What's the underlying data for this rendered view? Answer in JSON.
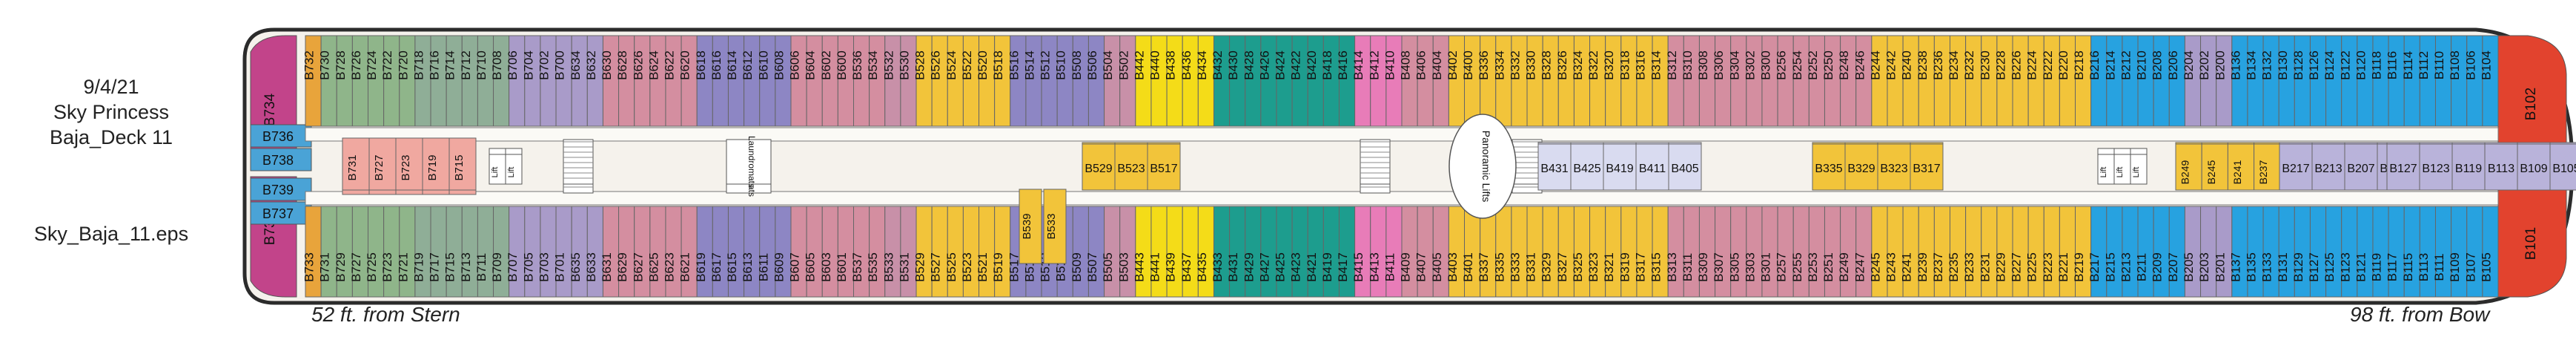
{
  "date": "9/4/21",
  "ship": "Sky Princess",
  "deck": "Baja_Deck 11",
  "file": "Sky_Baja_11.eps",
  "stern_label": "52 ft.  from Stern",
  "bow_label": "98 ft.  from Bow",
  "colors": {
    "hull": "#2b2b2b",
    "deck_bg": "#f5f2ec",
    "stern_magenta": "#c2448a",
    "bow_red": "#e2432e"
  },
  "facilities": {
    "laundromats": [
      "Laundromats",
      "Laundromats"
    ],
    "panoramic": "Panoramic Lifts",
    "lift": "Lift"
  },
  "sections": [
    {
      "color": "#e8a43b",
      "top": [
        "B732"
      ],
      "bottom": [
        "B733"
      ]
    },
    {
      "color": "#8fb58a",
      "top": [
        "B730",
        "B728",
        "B726",
        "B724",
        "B722",
        "B720"
      ],
      "bottom": [
        "B731",
        "B729",
        "B727",
        "B725",
        "B723",
        "B721"
      ]
    },
    {
      "color": "#8fae97",
      "top": [
        "B718",
        "B716",
        "B714",
        "B712",
        "B710",
        "B708"
      ],
      "bottom": [
        "B719",
        "B717",
        "B715",
        "B713",
        "B711",
        "B709"
      ]
    },
    {
      "color": "#a99bc9",
      "top": [
        "B706",
        "B704",
        "B702",
        "B700",
        "B634",
        "B632"
      ],
      "bottom": [
        "B707",
        "B705",
        "B703",
        "B701",
        "B635",
        "B633"
      ]
    },
    {
      "color": "#d48ea0",
      "top": [
        "B630",
        "B628",
        "B626",
        "B624",
        "B622",
        "B620"
      ],
      "bottom": [
        "B631",
        "B629",
        "B627",
        "B625",
        "B623",
        "B621"
      ]
    },
    {
      "color": "#8d86c4",
      "top": [
        "B618",
        "B616",
        "B614",
        "B612",
        "B610",
        "B608"
      ],
      "bottom": [
        "B619",
        "B617",
        "B615",
        "B613",
        "B611",
        "B609"
      ]
    },
    {
      "color": "#d48ea0",
      "top": [
        "B606",
        "B604",
        "B602",
        "B600",
        "B536",
        "B534"
      ],
      "bottom": [
        "B607",
        "B605",
        "B603",
        "B601",
        "B537",
        "B535"
      ]
    },
    {
      "color": "#c890a8",
      "top": [
        "B532",
        "B530"
      ],
      "bottom": [
        "B533",
        "B531"
      ]
    },
    {
      "color": "#f2c43a",
      "top": [
        "B528",
        "B526",
        "B524",
        "B522",
        "B520",
        "B518"
      ],
      "bottom": [
        "B529",
        "B527",
        "B525",
        "B523",
        "B521",
        "B519"
      ]
    },
    {
      "color": "#8d86c4",
      "top": [
        "B516",
        "B514",
        "B512",
        "B510",
        "B508",
        "B506"
      ],
      "bottom": [
        "B517",
        "B515",
        "B513",
        "B511",
        "B509",
        "B507"
      ]
    },
    {
      "color": "#c890a8",
      "top": [
        "B504",
        "B502"
      ],
      "bottom": [
        "B505",
        "B503"
      ]
    },
    {
      "color": "#f4dc18",
      "top": [
        "B442",
        "B440",
        "B438",
        "B436",
        "B434"
      ],
      "bottom": [
        "B443",
        "B441",
        "B439",
        "B437",
        "B435"
      ]
    },
    {
      "color": "#1d9d8e",
      "top": [
        "B432",
        "B430",
        "B428",
        "B426",
        "B424",
        "B422",
        "B420",
        "B418",
        "B416"
      ],
      "bottom": [
        "B433",
        "B431",
        "B429",
        "B427",
        "B425",
        "B423",
        "B421",
        "B419",
        "B417"
      ]
    },
    {
      "color": "#e87cb8",
      "top": [
        "B414",
        "B412",
        "B410"
      ],
      "bottom": [
        "B415",
        "B413",
        "B411"
      ]
    },
    {
      "color": "#d48ea0",
      "top": [
        "B408",
        "B406",
        "B404"
      ],
      "bottom": [
        "B409",
        "B407",
        "B405"
      ]
    },
    {
      "color": "#f2c43a",
      "top": [
        "B402",
        "B400",
        "B336",
        "B334",
        "B332",
        "B330",
        "B328",
        "B326",
        "B324",
        "B322",
        "B320",
        "B318",
        "B316",
        "B314"
      ],
      "bottom": [
        "B403",
        "B401",
        "B337",
        "B335",
        "B333",
        "B331",
        "B329",
        "B327",
        "B325",
        "B323",
        "B321",
        "B319",
        "B317",
        "B315"
      ]
    },
    {
      "color": "#d48ea0",
      "top": [
        "B312",
        "B310",
        "B308",
        "B306",
        "B304",
        "B302",
        "B300"
      ],
      "bottom": [
        "B313",
        "B311",
        "B309",
        "B307",
        "B305",
        "B303",
        "B301"
      ]
    },
    {
      "color": "#d48ea0",
      "top": [
        "B256",
        "B254",
        "B252",
        "B250",
        "B248",
        "B246"
      ],
      "bottom": [
        "B257",
        "B255",
        "B253",
        "B251",
        "B249",
        "B247"
      ]
    },
    {
      "color": "#f2c43a",
      "top": [
        "B244",
        "B242",
        "B240",
        "B238",
        "B236",
        "B234",
        "B232",
        "B230",
        "B228",
        "B226",
        "B224",
        "B222",
        "B220",
        "B218"
      ],
      "bottom": [
        "B245",
        "B243",
        "B241",
        "B239",
        "B237",
        "B235",
        "B233",
        "B231",
        "B229",
        "B227",
        "B225",
        "B223",
        "B221",
        "B219"
      ]
    },
    {
      "color": "#27a2e0",
      "top": [
        "B216",
        "B214",
        "B212",
        "B210",
        "B208",
        "B206"
      ],
      "bottom": [
        "B217",
        "B215",
        "B213",
        "B211",
        "B209",
        "B207"
      ]
    },
    {
      "color": "#a99bc9",
      "top": [
        "B204",
        "B202",
        "B200"
      ],
      "bottom": [
        "B205",
        "B203",
        "B201"
      ]
    },
    {
      "color": "#27a2e0",
      "top": [
        "B136",
        "B134",
        "B132",
        "B130",
        "B128",
        "B126",
        "B124",
        "B122",
        "B120",
        "B118",
        "B116",
        "B114",
        "B112",
        "B110",
        "B108",
        "B106",
        "B104"
      ],
      "bottom": [
        "B137",
        "B135",
        "B133",
        "B131",
        "B129",
        "B127",
        "B125",
        "B123",
        "B121",
        "B119",
        "B117",
        "B115",
        "B113",
        "B111",
        "B109",
        "B107",
        "B105"
      ]
    }
  ],
  "stern_cabins": {
    "top": "B734",
    "bottom": "B735",
    "mid": [
      "B736",
      "B738",
      "B739",
      "B737"
    ]
  },
  "bow_cabins": {
    "top": "B102",
    "bottom": "B101"
  },
  "mid_blocks": [
    {
      "top": [
        "B528",
        "B522",
        "B516"
      ],
      "bottom": [
        "B529",
        "B523",
        "B517"
      ],
      "color": "#f2c43a"
    },
    {
      "top": [
        "B430",
        "B424",
        "B418",
        "B412",
        "B406"
      ],
      "bottom": [
        "B431",
        "B425",
        "B419",
        "B411",
        "B405"
      ],
      "color": "#d9dbf0"
    },
    {
      "top": [
        "B334",
        "B328",
        "B322",
        "B316"
      ],
      "bottom": [
        "B335",
        "B329",
        "B323",
        "B317"
      ],
      "color": "#f2c43a"
    },
    {
      "top": [
        "B248",
        "B244",
        "B240",
        "B236",
        "B232",
        "B228",
        "B224",
        "B220"
      ],
      "bottom": [
        "B249",
        "B245",
        "B241",
        "B237",
        "B233",
        "B229",
        "B225",
        "B221"
      ],
      "color": "#f2c43a"
    },
    {
      "top": [
        "B216",
        "B212",
        "B208",
        "B204"
      ],
      "bottom": [
        "B217",
        "B213",
        "B207",
        "B203"
      ],
      "color": "#b9b3da"
    },
    {
      "top": [
        "B126",
        "B122",
        "B118",
        "B114",
        "B110",
        "B106"
      ],
      "bottom": [
        "B127",
        "B123",
        "B119",
        "B113",
        "B109",
        "B105"
      ],
      "color": "#b9b3da"
    }
  ],
  "aft_mid": {
    "top": [
      "B730",
      "B726",
      "B722",
      "B718",
      "B714"
    ],
    "bottom": [
      "B731",
      "B727",
      "B723",
      "B719",
      "B715"
    ],
    "color": "#f0a8a0"
  },
  "side_cabins": {
    "left": [
      "B539"
    ],
    "right": [
      "B533"
    ],
    "color": "#f2c43a"
  }
}
